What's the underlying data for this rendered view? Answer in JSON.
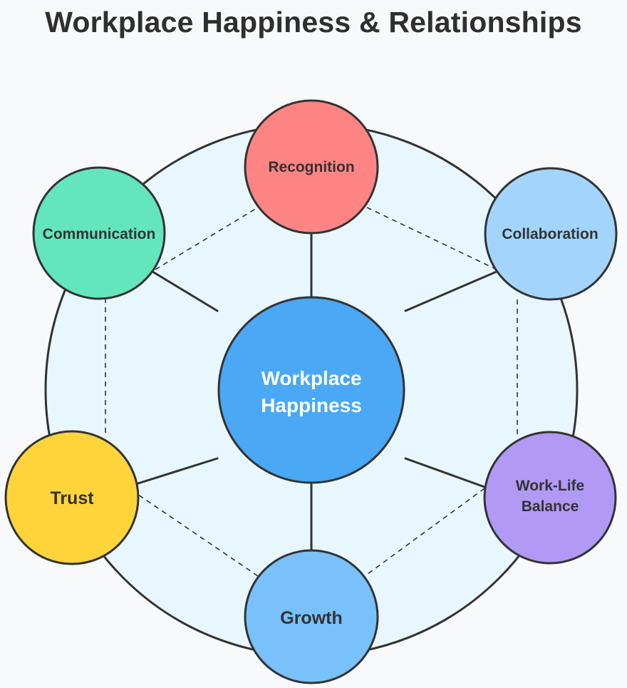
{
  "title": "Workplace Happiness & Relationships",
  "center": {
    "lines": [
      "Workplace",
      "Happiness"
    ],
    "color": "#4aa8f5"
  },
  "ring_color": "#e8f6fd",
  "nodes": {
    "recognition": {
      "lines": [
        "Recognition"
      ],
      "color": "#ff8585"
    },
    "collaboration": {
      "lines": [
        "Collaboration"
      ],
      "color": "#a3d5fc"
    },
    "work_life_balance": {
      "lines": [
        "Work-Life",
        "Balance"
      ],
      "color": "#b199f5"
    },
    "growth": {
      "lines": [
        "Growth"
      ],
      "color": "#78c1fa"
    },
    "trust": {
      "lines": [
        "Trust"
      ],
      "color": "#ffd43b"
    },
    "communication": {
      "lines": [
        "Communication"
      ],
      "color": "#63e6bc"
    }
  }
}
